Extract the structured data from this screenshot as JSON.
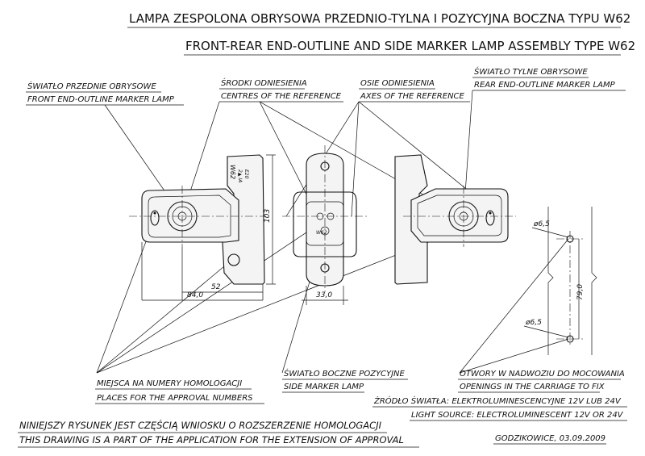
{
  "title_pl": "LAMPA  ZESPOLONA OBRYSOWA PRZEDNIO-TYLNA I POZYCYJNA BOCZNA TYPU W62",
  "title_en": "FRONT-REAR END-OUTLINE AND SIDE MARKER LAMP ASSEMBLY TYPE W62",
  "labels": {
    "front_pl": "ŚWIATŁO PRZEDNIE OBRYSOWE",
    "front_en": "FRONT END-OUTLINE MARKER LAMP",
    "centres_pl": "ŚRODKI ODNIESIENIA",
    "centres_en": "CENTRES OF THE REFERENCE",
    "axes_pl": "OSIE ODNIESIENIA",
    "axes_en": "AXES OF THE REFERENCE",
    "rear_pl": "ŚWIATŁO TYLNE OBRYSOWE",
    "rear_en": "REAR END-OUTLINE MARKER LAMP",
    "approval_pl": "MIEJSCA NA NUMERY HOMOLOGACJI",
    "approval_en": "PLACES FOR THE APPROVAL NUMBERS",
    "side_pl": "ŚWIATŁO BOCZNE POZYCYJNE",
    "side_en": "SIDE MARKER LAMP",
    "holes_pl": "OTWORY W NADWOZIU DO MOCOWANIA",
    "holes_en": "OPENINGS IN THE CARRIAGE TO FIX",
    "source_pl": "ŹRÓDŁO ŚWIATŁA: ELEKTROLUMINESCENCYJNE 12V LUB 24V",
    "source_en": "LIGHT SOURCE: ELECTROLUMINESCENT 12V OR 24V"
  },
  "dimensions": {
    "height": "103",
    "width_52": "52",
    "width_84": "84,0",
    "width_33": "33,0",
    "hole_top": "ø6,5",
    "hole_bottom": "ø6,5",
    "hole_spacing": "79,0"
  },
  "product_marking": "W62",
  "footer": {
    "note_pl": "NINIEJSZY RYSUNEK JEST CZĘŚCIĄ WNIOSKU O ROZSZERZENIE HOMOLOGACJI",
    "note_en": "THIS DRAWING IS A PART OF THE APPLICATION FOR THE EXTENSION OF APPROVAL",
    "place_date": "GODZIKOWICE, 03.09.2009"
  }
}
